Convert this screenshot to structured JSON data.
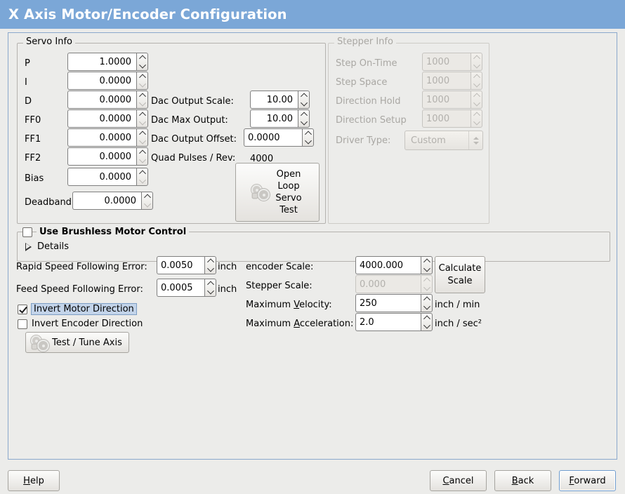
{
  "window": {
    "title": "X Axis Motor/Encoder Configuration",
    "title_bar_color": "#7ba7d7",
    "background_color": "#ececea"
  },
  "servo_info": {
    "legend": "Servo Info",
    "params": [
      {
        "label": "P",
        "value": "1.0000"
      },
      {
        "label": "I",
        "value": "0.0000"
      },
      {
        "label": "D",
        "value": "0.0000"
      },
      {
        "label": "FF0",
        "value": "0.0000"
      },
      {
        "label": "FF1",
        "value": "0.0000"
      },
      {
        "label": "FF2",
        "value": "0.0000"
      },
      {
        "label": "Bias",
        "value": "0.0000"
      },
      {
        "label": "Deadband",
        "value": "0.0000"
      }
    ],
    "dac": [
      {
        "label": "Dac Output Scale:",
        "value": "10.00"
      },
      {
        "label": "Dac Max Output:",
        "value": "10.00"
      },
      {
        "label": "Dac Output Offset:",
        "value": "0.0000"
      }
    ],
    "quad_pulses_label": "Quad Pulses / Rev:",
    "quad_pulses_value": "4000",
    "open_loop_button": {
      "line1": "Open",
      "line2": "Loop",
      "line3": "Servo",
      "line4": "Test",
      "icon": "gears-icon"
    }
  },
  "stepper_info": {
    "legend": "Stepper Info",
    "enabled": false,
    "params": [
      {
        "label": "Step On-Time",
        "value": "1000"
      },
      {
        "label": "Step Space",
        "value": "1000"
      },
      {
        "label": "Direction Hold",
        "value": "1000"
      },
      {
        "label": "Direction Setup",
        "value": "1000"
      }
    ],
    "driver_type_label": "Driver Type:",
    "driver_type_value": "Custom"
  },
  "brushless": {
    "checkbox_label": "Use Brushless Motor Control",
    "checked": false,
    "details_label": "Details",
    "details_expanded": false
  },
  "following_error": {
    "rapid_label": "Rapid Speed Following Error:",
    "rapid_value": "0.0050",
    "rapid_unit": "inch",
    "feed_label": "Feed Speed Following Error:",
    "feed_value": "0.0005",
    "feed_unit": "inch"
  },
  "direction": {
    "invert_motor_label": "Invert Motor Direction",
    "invert_motor_checked": true,
    "invert_motor_focused": true,
    "invert_encoder_label": "Invert Encoder Direction",
    "invert_encoder_checked": false
  },
  "test_tune_button": {
    "label": "Test / Tune Axis",
    "icon": "gears-icon"
  },
  "scale": {
    "encoder_label": "encoder Scale:",
    "encoder_value": "4000.000",
    "stepper_label": "Stepper Scale:",
    "stepper_value": "0.000",
    "stepper_enabled": false,
    "calculate_button_line1": "Calculate",
    "calculate_button_line2": "Scale",
    "max_velocity_label_pre": "Maximum ",
    "max_velocity_label_key": "V",
    "max_velocity_label_post": "elocity:",
    "max_velocity_value": "250",
    "max_velocity_unit": "inch / min",
    "max_accel_label_pre": "Maximum ",
    "max_accel_label_key": "A",
    "max_accel_label_post": "cceleration:",
    "max_accel_value": "2.0",
    "max_accel_unit": "inch / sec²"
  },
  "footer": {
    "help_pre": "",
    "help_key": "H",
    "help_post": "elp",
    "cancel_key": "C",
    "cancel_post": "ancel",
    "back_key": "B",
    "back_post": "ack",
    "forward_key": "F",
    "forward_post": "orward",
    "forward_focused": true
  }
}
